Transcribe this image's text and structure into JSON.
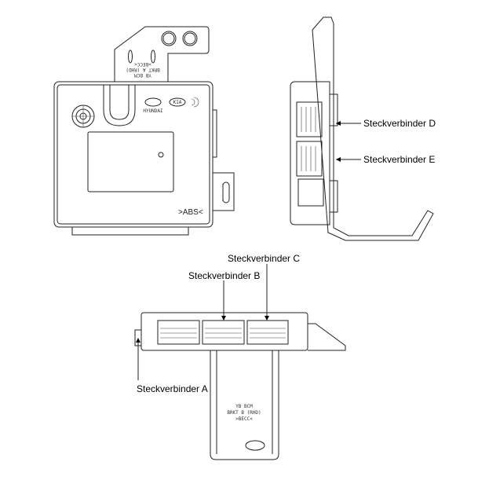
{
  "labels": {
    "connector_a": "Steckverbinder A",
    "connector_b": "Steckverbinder B",
    "connector_c": "Steckverbinder C",
    "connector_d": "Steckverbinder D",
    "connector_e": "Steckverbinder E"
  },
  "part_markings": {
    "body_code": ">ABS<",
    "bracket_a": [
      "YB BCM",
      "BRKT A (RHD)",
      ">BECC<"
    ],
    "bracket_b": [
      "YB BCM",
      "BRKT B (RHD)",
      ">BECC<"
    ],
    "brand_hyundai": "HYUNDAI",
    "brand_kia": "KIA"
  }
}
